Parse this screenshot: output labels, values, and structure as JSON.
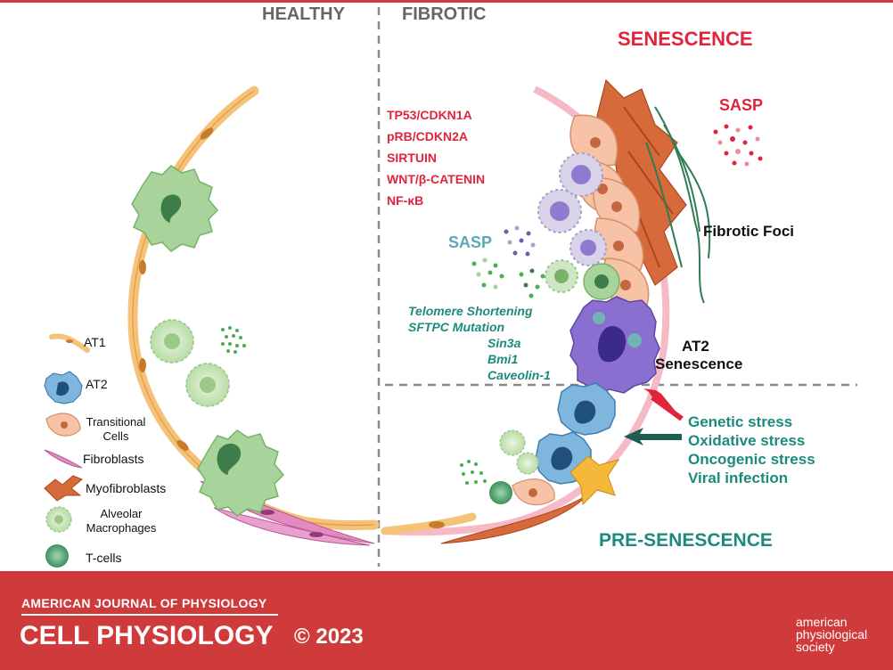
{
  "headers": {
    "healthy": "HEALTHY",
    "fibrotic": "FIBROTIC"
  },
  "labels": {
    "senescence": "SENESCENCE",
    "pre_senescence": "PRE-SENESCENCE",
    "sasp_red": "SASP",
    "sasp_teal": "SASP",
    "fibrotic_foci": "Fibrotic Foci",
    "at2_senescence": [
      "AT2",
      "Senescence"
    ]
  },
  "pathways": [
    "TP53/CDKN1A",
    "pRB/CDKN2A",
    "SIRTUIN",
    "WNT/β-CATENIN",
    "NF-κB"
  ],
  "mechanisms": [
    "Telomere Shortening",
    "SFTPC Mutation",
    "Sin3a",
    "Bmi1",
    "Caveolin-1"
  ],
  "stresses": [
    "Genetic stress",
    "Oxidative stress",
    "Oncogenic stress",
    "Viral infection"
  ],
  "legend": [
    {
      "label": "AT1"
    },
    {
      "label": "AT2"
    },
    {
      "label": "Transitional Cells"
    },
    {
      "label": "Fibroblasts"
    },
    {
      "label": "Myofibroblasts"
    },
    {
      "label": "Alveolar Macrophages"
    },
    {
      "label": "T-cells"
    }
  ],
  "footer": {
    "journal": "AMERICAN JOURNAL OF PHYSIOLOGY",
    "title": "CELL PHYSIOLOGY",
    "copyright": "© 2023",
    "society": [
      "american",
      "physiological",
      "society"
    ]
  },
  "colors": {
    "red": "#e0243c",
    "teal": "#1c8a7c",
    "footer": "#cf3b3b",
    "at1": "#f5c27a",
    "at2": "#7fb6dd",
    "transitional": "#f6c3a6",
    "fibroblast": "#e58ac0",
    "myofibroblast": "#d76a3a",
    "macrophage": "#b9dca8",
    "tcell": "#5aa874",
    "senescent_at2": "#8a6fd0"
  }
}
